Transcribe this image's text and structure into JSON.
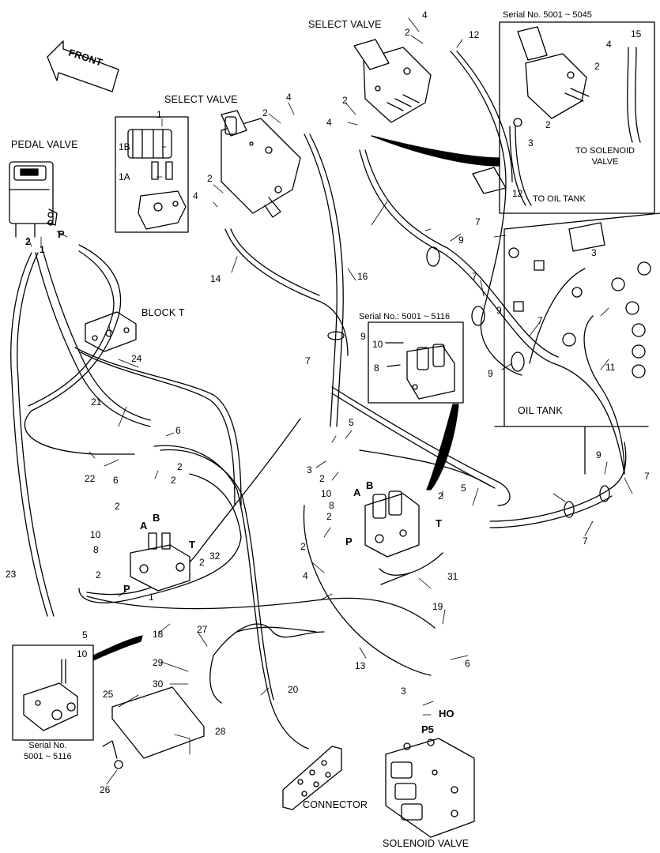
{
  "captions": {
    "front": "FRONT",
    "pedal_valve": "PEDAL VALVE",
    "select_valve_left": "SELECT VALVE",
    "select_valve_top": "SELECT VALVE",
    "block_t": "BLOCK  T",
    "oil_tank": "OIL TANK",
    "connector": "CONNECTOR",
    "solenoid_valve": "SOLENOID VALVE"
  },
  "insets": {
    "top_right": {
      "serial": "Serial No. 5001 ~ 5045",
      "to_solenoid": "TO SOLENOID\nVALVE",
      "to_oil_tank": "TO OIL TANK"
    },
    "middle": {
      "serial": "Serial No.: 5001 ~ 5116"
    },
    "bottom_left": {
      "serial": "Serial No.\n5001 ~ 5116"
    }
  },
  "port_labels": [
    "P",
    "A",
    "B",
    "T",
    "P",
    "A",
    "B",
    "T",
    "P",
    "HO",
    "P5"
  ],
  "part_numbers": [
    "1",
    "1B",
    "1A",
    "2",
    "2",
    "4",
    "4",
    "2",
    "2",
    "4",
    "12",
    "15",
    "4",
    "2",
    "2",
    "3",
    "12",
    "2",
    "1",
    "1",
    "5",
    "6",
    "6",
    "2",
    "2",
    "2",
    "2",
    "2",
    "2",
    "2",
    "2",
    "2",
    "3",
    "3",
    "3",
    "4",
    "4",
    "5",
    "5",
    "6",
    "7",
    "7",
    "7",
    "7",
    "7",
    "7",
    "8",
    "8",
    "8",
    "9",
    "9",
    "9",
    "9",
    "9",
    "10",
    "10",
    "10",
    "10",
    "11",
    "13",
    "14",
    "16",
    "18",
    "19",
    "20",
    "21",
    "22",
    "23",
    "24",
    "25",
    "26",
    "27",
    "28",
    "29",
    "30",
    "31",
    "32"
  ]
}
